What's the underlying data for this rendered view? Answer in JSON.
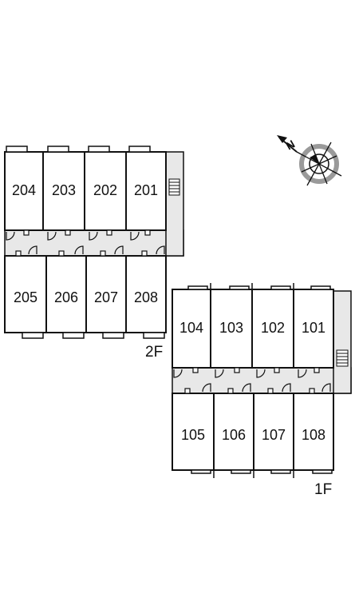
{
  "floors": [
    {
      "label": "2F",
      "rooms_top": [
        "204",
        "203",
        "202",
        "201"
      ],
      "rooms_bottom": [
        "205",
        "206",
        "207",
        "208"
      ]
    },
    {
      "label": "1F",
      "rooms_top": [
        "104",
        "103",
        "102",
        "101"
      ],
      "rooms_bottom": [
        "105",
        "106",
        "107",
        "108"
      ]
    }
  ],
  "compass": {
    "letter": "N",
    "icon": "compass-rose-icon"
  },
  "colors": {
    "corridor": "#e8e8e8",
    "line": "#111111",
    "compass_ring": "#9a9a9a"
  }
}
